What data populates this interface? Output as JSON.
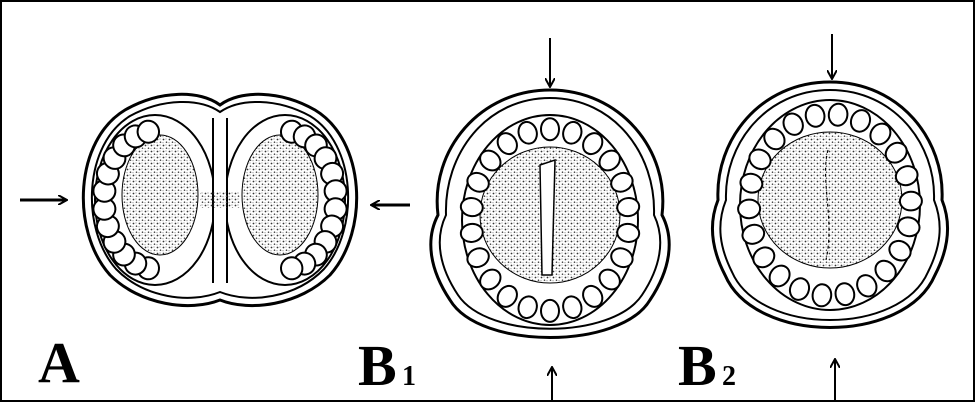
{
  "panels": [
    {
      "id": "A",
      "label": "A",
      "subscript": ""
    },
    {
      "id": "B1",
      "label": "B",
      "subscript": "1"
    },
    {
      "id": "B2",
      "label": "B",
      "subscript": "2"
    }
  ],
  "colors": {
    "ink": "#000000",
    "background": "#ffffff",
    "stipple": "#555555"
  }
}
